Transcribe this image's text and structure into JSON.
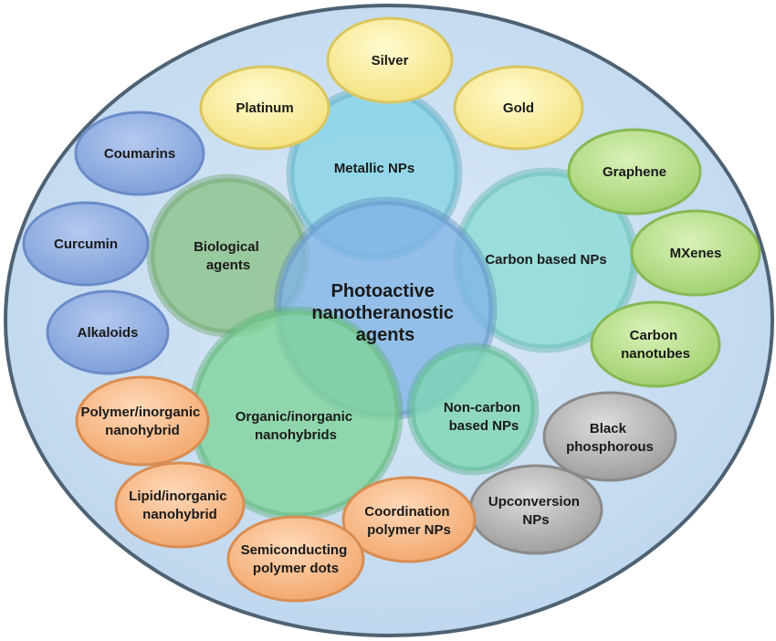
{
  "diagram": {
    "center": {
      "lines": [
        "Photoactive",
        "nanotheranostic",
        "agents"
      ]
    },
    "categories": {
      "metallic": {
        "lines": [
          "Metallic NPs"
        ]
      },
      "carbon": {
        "lines": [
          "Carbon based NPs"
        ]
      },
      "noncarbon": {
        "lines": [
          "Non-carbon",
          "based NPs"
        ]
      },
      "organic": {
        "lines": [
          "Organic/inorganic",
          "nanohybrids"
        ]
      },
      "biological": {
        "lines": [
          "Biological",
          "agents"
        ]
      }
    },
    "items": {
      "silver": {
        "lines": [
          "Silver"
        ]
      },
      "platinum": {
        "lines": [
          "Platinum"
        ]
      },
      "gold": {
        "lines": [
          "Gold"
        ]
      },
      "graphene": {
        "lines": [
          "Graphene"
        ]
      },
      "mxenes": {
        "lines": [
          "MXenes"
        ]
      },
      "carbon_nanotubes": {
        "lines": [
          "Carbon",
          "nanotubes"
        ]
      },
      "black_phosphorous": {
        "lines": [
          "Black",
          "phosphorous"
        ]
      },
      "upconversion": {
        "lines": [
          "Upconversion",
          "NPs"
        ]
      },
      "coordination_polymer": {
        "lines": [
          "Coordination",
          "polymer NPs"
        ]
      },
      "semiconducting_polymer": {
        "lines": [
          "Semiconducting",
          "polymer dots"
        ]
      },
      "lipid_inorganic": {
        "lines": [
          "Lipid/inorganic",
          "nanohybrid"
        ]
      },
      "polymer_inorganic": {
        "lines": [
          "Polymer/inorganic",
          "nanohybrid"
        ]
      },
      "alkaloids": {
        "lines": [
          "Alkaloids"
        ]
      },
      "curcumin": {
        "lines": [
          "Curcumin"
        ]
      },
      "coumarins": {
        "lines": [
          "Coumarins"
        ]
      }
    },
    "colors": {
      "outer_fill": "#cfe2f3",
      "outer_stroke": "#4f6273",
      "center_fill": "#7fb3e6",
      "metallic_fill": "#86d3e6",
      "carbon_fill": "#8ddcd6",
      "noncarbon_fill": "#7fd6b6",
      "organic_fill": "#7fd39a",
      "biological_fill": "#8fc48f",
      "yellow": "#fbee98",
      "green_light": "#b6dd8a",
      "gray": "#b3b3b3",
      "orange": "#f8bc8c",
      "blue": "#8faee0"
    }
  }
}
